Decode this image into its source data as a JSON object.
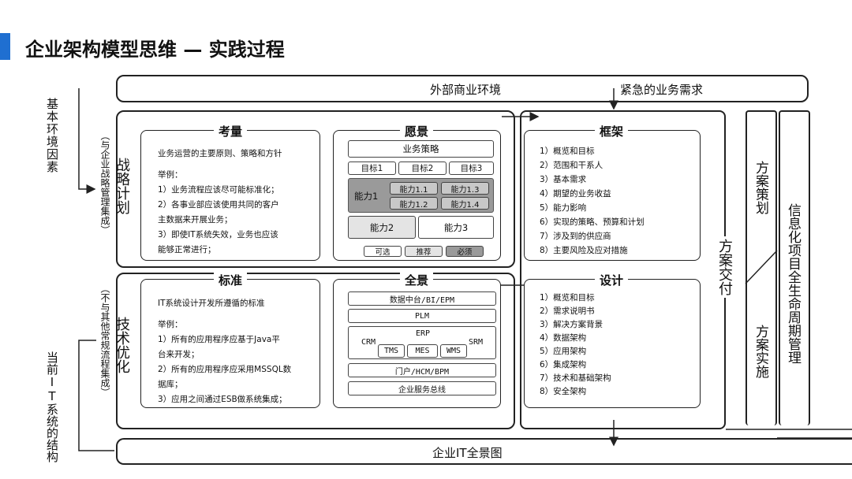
{
  "title": "企业架构模型思维 — 实践过程",
  "colors": {
    "accent": "#1f6fd1",
    "line": "#222222",
    "dark_gray": "#9a9a9a",
    "mid_gray": "#c8c8c8",
    "light_gray": "#e4e4e4"
  },
  "outer": {
    "top_label": "外部商业环境",
    "top_right_label": "紧急的业务需求",
    "bottom_label": "企业IT全景图",
    "left_top": "基本环境因素",
    "left_bottom": "当前IT系统的结构",
    "strategic_plan": "战略计划",
    "strategic_sub": "（与企业战略管理集成）",
    "tech_opt": "技术优化",
    "tech_sub": "（不与其他常规流程集成）",
    "delivery": "方案交付",
    "planning": "方案策划",
    "implementation": "方案实施",
    "lifecycle": "信息化项目全生命周期管理"
  },
  "consider": {
    "title": "考量",
    "intro": "业务运营的主要原则、策略和方针",
    "example": "举例：",
    "lines": [
      "1）业务流程应该尽可能标准化；",
      "2）各事业部应该使用共同的客户",
      "主数据来开展业务；",
      "3）即使IT系统失效，业务也应该",
      "能够正常进行；"
    ]
  },
  "vision": {
    "title": "愿景",
    "strategy": "业务策略",
    "goals": [
      "目标1",
      "目标2",
      "目标3"
    ],
    "cap1": "能力1",
    "cap1_items": [
      "能力1.1",
      "能力1.3",
      "能力1.2",
      "能力1.4"
    ],
    "cap2": "能力2",
    "cap3": "能力3",
    "legend": [
      "可选",
      "推荐",
      "必须"
    ]
  },
  "framework": {
    "title": "框架",
    "items": [
      "1）概览和目标",
      "2）范围和干系人",
      "3）基本需求",
      "4）期望的业务收益",
      "5）能力影响",
      "6）实现的策略、预算和计划",
      "7）涉及到的供应商",
      "8）主要风险及应对措施"
    ]
  },
  "standard": {
    "title": "标准",
    "intro": "IT系统设计开发所遵循的标准",
    "example": "举例：",
    "lines": [
      "1）所有的应用程序应基于Java平",
      "台来开发；",
      "2）所有的应用程序应采用MSSQL数",
      "据库；",
      "3）应用之间通过ESB做系统集成；"
    ]
  },
  "panorama": {
    "title": "全景",
    "layer1": "数据中台/BI/EPM",
    "layer2": "PLM",
    "crm": "CRM",
    "erp": "ERP",
    "srm": "SRM",
    "tms": "TMS",
    "mes": "MES",
    "wms": "WMS",
    "portal": "门户/HCM/BPM",
    "bus": "企业服务总线"
  },
  "design": {
    "title": "设计",
    "items": [
      "1）概览和目标",
      "2）需求说明书",
      "3）解决方案背景",
      "4）数据架构",
      "5）应用架构",
      "6）集成架构",
      "7）技术和基础架构",
      "8）安全架构"
    ]
  }
}
